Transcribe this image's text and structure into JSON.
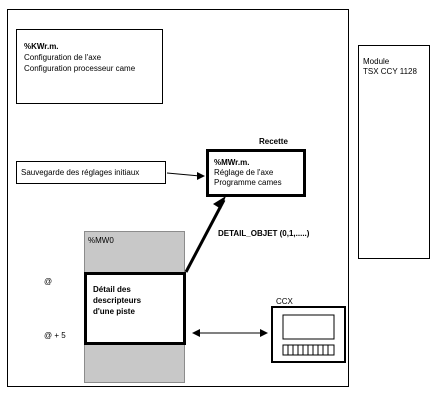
{
  "processor_box": {
    "lines": [
      "%KWr.m.",
      "Configuration de l'axe",
      "Configuration processeur came"
    ]
  },
  "module_box": {
    "lines": [
      "Module",
      "TSX CCY 1128"
    ]
  },
  "recette_label": "Recette",
  "recette_box": {
    "lines": [
      "%MWr.m.",
      "Réglage de l'axe",
      "Programme cames"
    ]
  },
  "save_box": {
    "text": "Sauvegarde des réglages initiaux"
  },
  "mw0_label": "%MW0",
  "detail_objet_label": "DETAIL_OBJET (0,1,.....)",
  "detail_box": {
    "lines": [
      "Détail des",
      "descripteurs",
      "d'une piste"
    ]
  },
  "at_label": "@",
  "at_plus_label": "@ + 5",
  "ccx_label": "CCX"
}
